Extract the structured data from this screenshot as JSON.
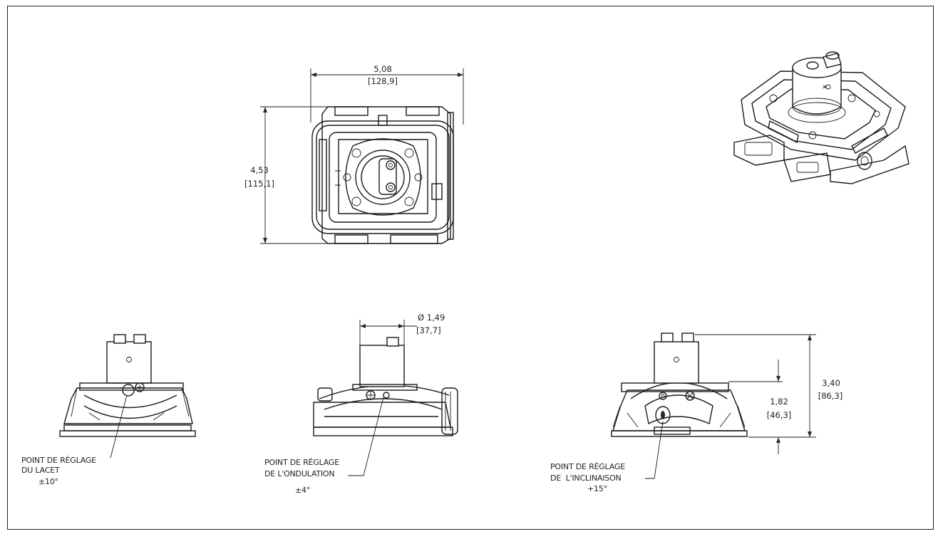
{
  "dimensions": {
    "top_width_in": "5,08",
    "top_width_mm": "[128,9]",
    "top_height_in": "4,53",
    "top_height_mm": "[115,1]",
    "diameter_in": "Ø 1,49",
    "diameter_mm": "[37,7]",
    "total_height_in": "3,40",
    "total_height_mm": "[86,3]",
    "partial_height_in": "1,82",
    "partial_height_mm": "[46,3]"
  },
  "callouts": {
    "yaw_line1": "POINT DE RÉGLAGE",
    "yaw_line2": "DU LACET",
    "yaw_range": "±10°",
    "roll_line1": "POINT DE RÉGLAGE",
    "roll_line2": "DE L'ONDULATION",
    "roll_range": "±4°",
    "tilt_line1": "POINT DE RÉGLAGE",
    "tilt_line2": "DE  L'INCLINAISON",
    "tilt_range": "+15°"
  }
}
